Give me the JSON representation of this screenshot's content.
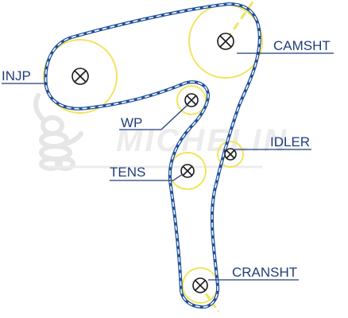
{
  "labels": {
    "injp": "INJP",
    "camsht": "CAMSHT",
    "wp": "WP",
    "idler": "IDLER",
    "tens": "TENS",
    "cransht": "CRANSHT"
  },
  "watermark": {
    "text": "MICHELIN"
  },
  "colors": {
    "belt": "#1f4f9a",
    "pulley": "#f2e45c",
    "label_text": "#1f3d7a",
    "center_mark": "#1a1a1a",
    "watermark": "#e9e9e9"
  }
}
